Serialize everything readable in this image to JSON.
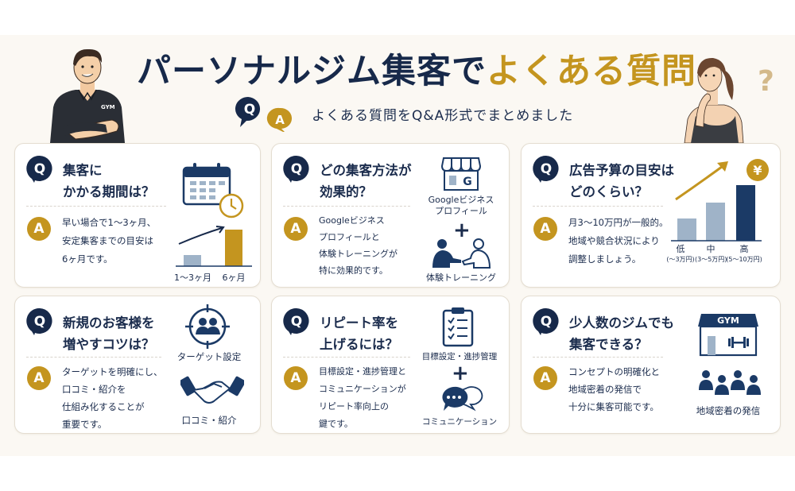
{
  "header": {
    "title_part1": "パーソナルジム集客で",
    "title_part2": "よくある質問",
    "subtitle": "よくある質問をQ&A形式でまとめました",
    "badge_q": "Q",
    "badge_a": "A",
    "man_shirt_text": "GYM",
    "question_mark": "?"
  },
  "colors": {
    "navy": "#17294a",
    "gold": "#c4951f",
    "light_blue": "#9fb3c8",
    "background": "#fbf8f3"
  },
  "cards": [
    {
      "q_label": "Q",
      "question_line1": "集客に",
      "question_line2": "かかる期間は？",
      "a_label": "A",
      "answer_lines": [
        "早い場合で1〜3ヶ月、",
        "安定集客までの目安は",
        "6ヶ月です。"
      ],
      "visual": {
        "icon": "calendar-clock-icon",
        "bars": [
          {
            "label": "1〜3ヶ月",
            "height": 14,
            "color": "#9fb3c8"
          },
          {
            "label": "6ヶ月",
            "height": 46,
            "color": "#c4951f"
          }
        ]
      }
    },
    {
      "q_label": "Q",
      "question_line1": "どの集客方法が",
      "question_line2": "効果的？",
      "a_label": "A",
      "answer_lines": [
        "Googleビジネス",
        "プロフィールと",
        "体験トレーニングが",
        "特に効果的です。"
      ],
      "visual": {
        "store_letter": "G",
        "label1_line1": "Googleビジネス",
        "label1_line2": "プロフィール",
        "plus": "+",
        "label2": "体験トレーニング"
      }
    },
    {
      "q_label": "Q",
      "question_line1": "広告予算の目安は",
      "question_line2": "どのくらい？",
      "a_label": "A",
      "answer_lines": [
        "月3〜10万円が一般的。",
        "地域や競合状況により",
        "調整しましょう。"
      ],
      "visual": {
        "yen": "¥",
        "bars": [
          {
            "label": "低",
            "sub": "(〜3万円)",
            "height": 28,
            "color": "#9fb3c8"
          },
          {
            "label": "中",
            "sub": "(3〜5万円)",
            "height": 48,
            "color": "#9fb3c8"
          },
          {
            "label": "高",
            "sub": "(5〜10万円)",
            "height": 70,
            "color": "#1b3a66"
          }
        ]
      }
    },
    {
      "q_label": "Q",
      "question_line1": "新規のお客様を",
      "question_line2": "増やすコツは？",
      "a_label": "A",
      "answer_lines": [
        "ターゲットを明確にし、",
        "口コミ・紹介を",
        "仕組み化することが",
        "重要です。"
      ],
      "visual": {
        "label1": "ターゲット設定",
        "label2": "口コミ・紹介"
      }
    },
    {
      "q_label": "Q",
      "question_line1": "リピート率を",
      "question_line2": "上げるには？",
      "a_label": "A",
      "answer_lines": [
        "目標設定・進捗管理と",
        "コミュニケーションが",
        "リピート率向上の",
        "鍵です。"
      ],
      "visual": {
        "label1": "目標設定・進捗管理",
        "plus": "+",
        "label2": "コミュニケーション"
      }
    },
    {
      "q_label": "Q",
      "question_line1": "少人数のジムでも",
      "question_line2": "集客できる？",
      "a_label": "A",
      "answer_lines": [
        "コンセプトの明確化と",
        "地域密着の発信で",
        "十分に集客可能です。"
      ],
      "visual": {
        "gym_sign": "GYM",
        "label": "地域密着の発信"
      }
    }
  ]
}
